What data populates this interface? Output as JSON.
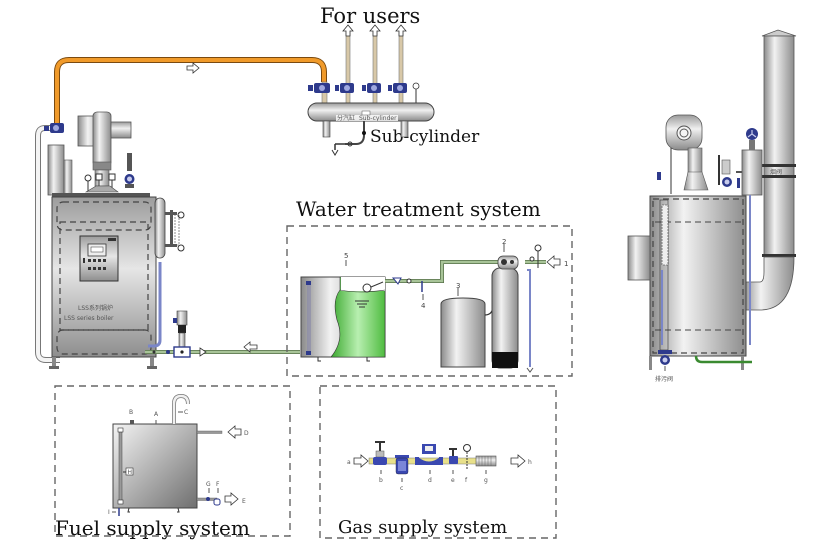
{
  "labels": {
    "for_users": "For users",
    "sub_cylinder": "Sub-cylinder",
    "sub_cylinder_plate_cn": "分汽缸",
    "sub_cylinder_plate_en": "Sub-cylinder",
    "water_treatment": "Water treatment system",
    "fuel_supply": "Fuel supply system",
    "gas_supply": "Gas supply system",
    "boiler_name_cn": "LSS系列锅炉",
    "boiler_name_en": "LSS series boiler",
    "chimney_valve_cn": "烟阀",
    "blowdown_valve_cn": "排污阀"
  },
  "water_treatment_parts": [
    "1",
    "2",
    "3",
    "4",
    "5"
  ],
  "fuel_supply_parts": {
    "A": "A",
    "B": "B",
    "C": "C",
    "D": "D",
    "E": "E",
    "F": "F",
    "G": "G",
    "H": "H",
    "I": "I"
  },
  "gas_supply_parts": {
    "a": "a",
    "b": "b",
    "c": "c",
    "d": "d",
    "e": "e",
    "f": "f",
    "g": "g",
    "h": "h"
  },
  "colors": {
    "steam_pipe": "#e88a1a",
    "water_pipe": "#9fb88a",
    "gas_pipe": "#e8e08a",
    "valve": "#2e3a8c",
    "tank_water": "#5cc44a",
    "steel": "#b8b8b8"
  }
}
